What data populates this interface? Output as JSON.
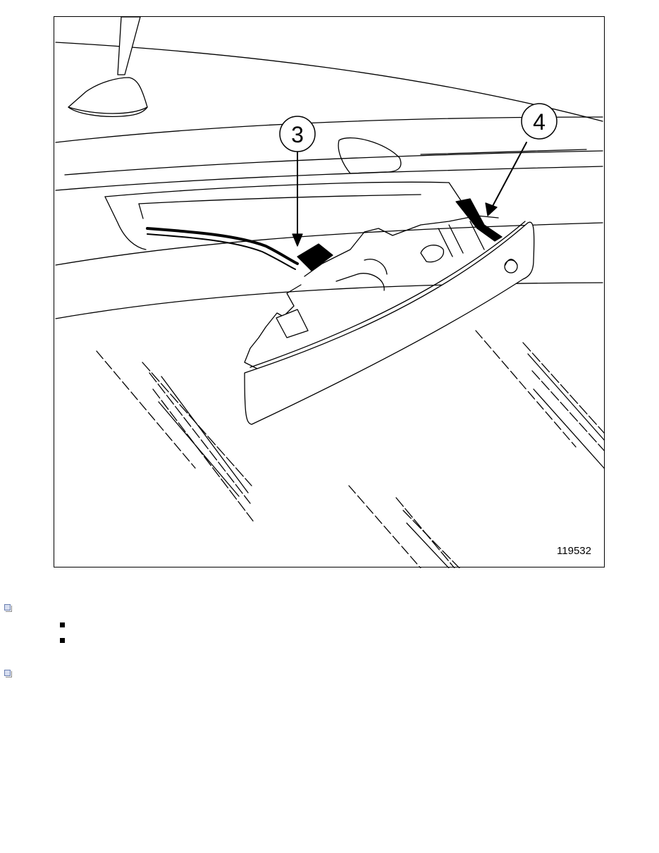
{
  "figure": {
    "number": "119532",
    "callouts": [
      {
        "label": "3"
      },
      {
        "label": "4"
      }
    ]
  },
  "list": {
    "items": [
      {
        "text": "",
        "subitems": [
          {
            "text": ""
          },
          {
            "text": ""
          }
        ]
      },
      {
        "text": "",
        "subitems": []
      }
    ]
  }
}
